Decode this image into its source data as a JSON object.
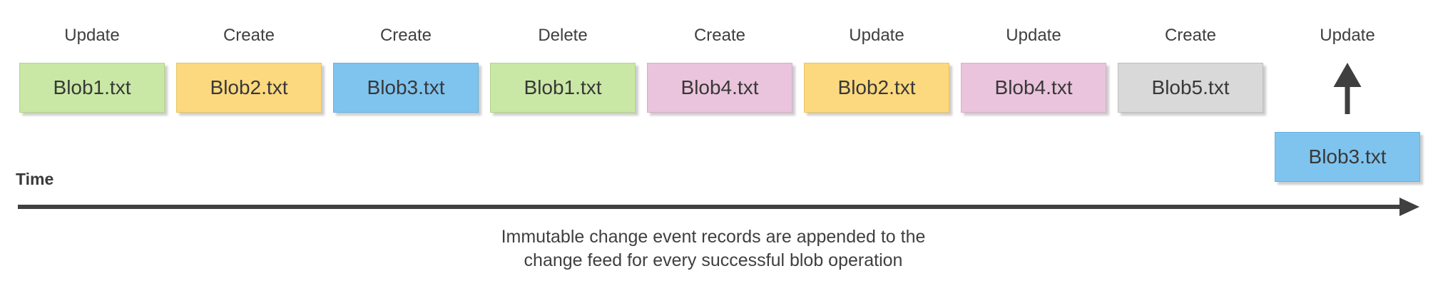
{
  "diagram": {
    "description": "Blob change feed timeline diagram",
    "events": [
      {
        "operation": "Update",
        "blob": "Blob1.txt",
        "color": "green"
      },
      {
        "operation": "Create",
        "blob": "Blob2.txt",
        "color": "yellow"
      },
      {
        "operation": "Create",
        "blob": "Blob3.txt",
        "color": "blue"
      },
      {
        "operation": "Delete",
        "blob": "Blob1.txt",
        "color": "green"
      },
      {
        "operation": "Create",
        "blob": "Blob4.txt",
        "color": "pink"
      },
      {
        "operation": "Update",
        "blob": "Blob2.txt",
        "color": "yellow"
      },
      {
        "operation": "Update",
        "blob": "Blob4.txt",
        "color": "pink"
      },
      {
        "operation": "Create",
        "blob": "Blob5.txt",
        "color": "gray"
      },
      {
        "operation": "Update",
        "blob": "Blob3.txt",
        "color": "blue",
        "being_appended": true
      }
    ],
    "colors": {
      "green": {
        "fill": "#c9e8a5",
        "border": "#b2d689"
      },
      "yellow": {
        "fill": "#fcd97e",
        "border": "#e9c463"
      },
      "blue": {
        "fill": "#7fc4ef",
        "border": "#68b2e0"
      },
      "pink": {
        "fill": "#eac4dd",
        "border": "#d8adca"
      },
      "gray": {
        "fill": "#d9d9d9",
        "border": "#bdbdbd"
      }
    },
    "ink_color": "#404040",
    "axis": {
      "label": "Time"
    },
    "caption": {
      "line1": "Immutable change event records are appended to the",
      "line2": "change feed for every successful blob operation"
    }
  }
}
